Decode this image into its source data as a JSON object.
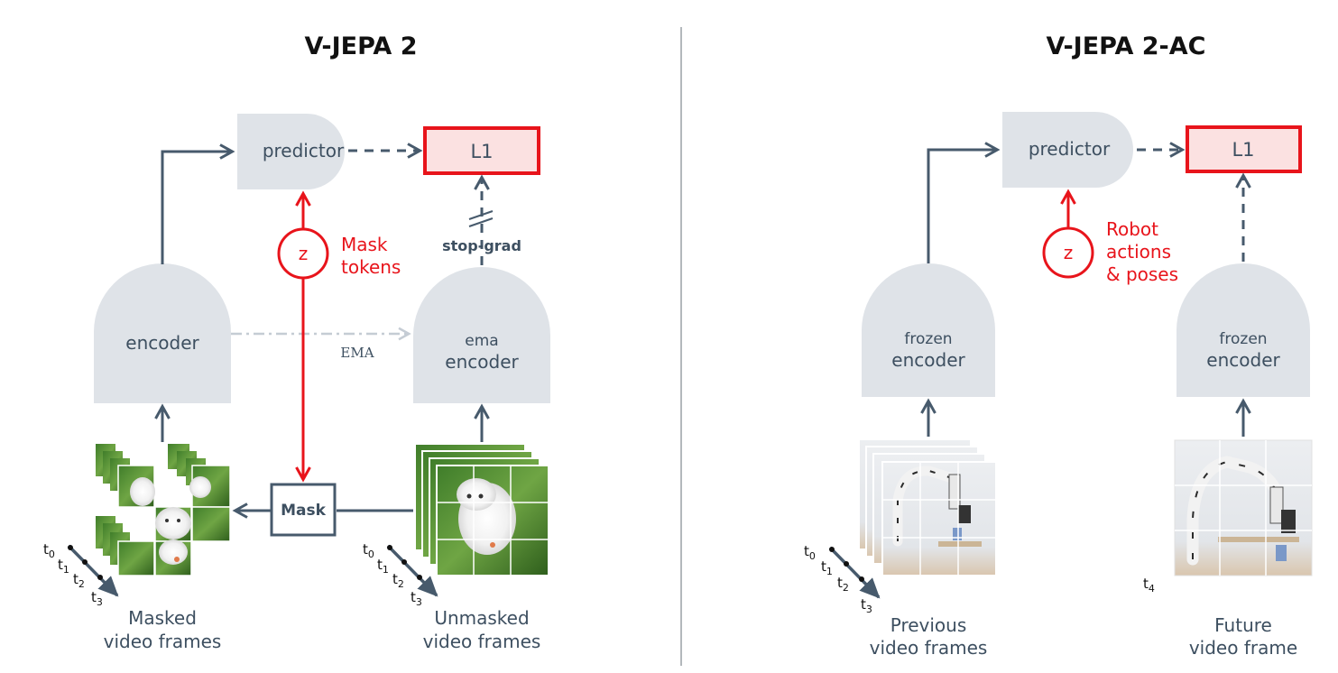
{
  "left": {
    "title": "V-JEPA 2",
    "predictor": "predictor",
    "loss": "L1",
    "encoder": "encoder",
    "ema_encoder_line1": "ema",
    "ema_encoder_line2": "encoder",
    "ema_label": "EMA",
    "stop_grad": "stop-grad",
    "z": "z",
    "mask_tokens_line1": "Mask",
    "mask_tokens_line2": "tokens",
    "mask_box": "Mask",
    "masked_caption_line1": "Masked",
    "masked_caption_line2": "video frames",
    "unmasked_caption_line1": "Unmasked",
    "unmasked_caption_line2": "video frames",
    "time_labels": [
      "t",
      "t",
      "t",
      "t"
    ],
    "time_subs": [
      "0",
      "1",
      "2",
      "3"
    ]
  },
  "right": {
    "title": "V-JEPA 2-AC",
    "predictor": "predictor",
    "loss": "L1",
    "frozen_encoder_line1": "frozen",
    "frozen_encoder_line2": "encoder",
    "z": "z",
    "actions_line1": "Robot",
    "actions_line2": "actions",
    "actions_line3": "& poses",
    "previous_caption_line1": "Previous",
    "previous_caption_line2": "video frames",
    "future_caption_line1": "Future",
    "future_caption_line2": "video frame",
    "time_labels": [
      "t",
      "t",
      "t",
      "t"
    ],
    "time_subs": [
      "0",
      "1",
      "2",
      "3"
    ],
    "future_time": "t",
    "future_time_sub": "4"
  },
  "colors": {
    "block": "#dfe3e8",
    "arrow": "#475a6c",
    "accent_red": "#e8141b",
    "loss_fill": "#fbe1e1",
    "ema_arrow": "#c5ccd4"
  }
}
